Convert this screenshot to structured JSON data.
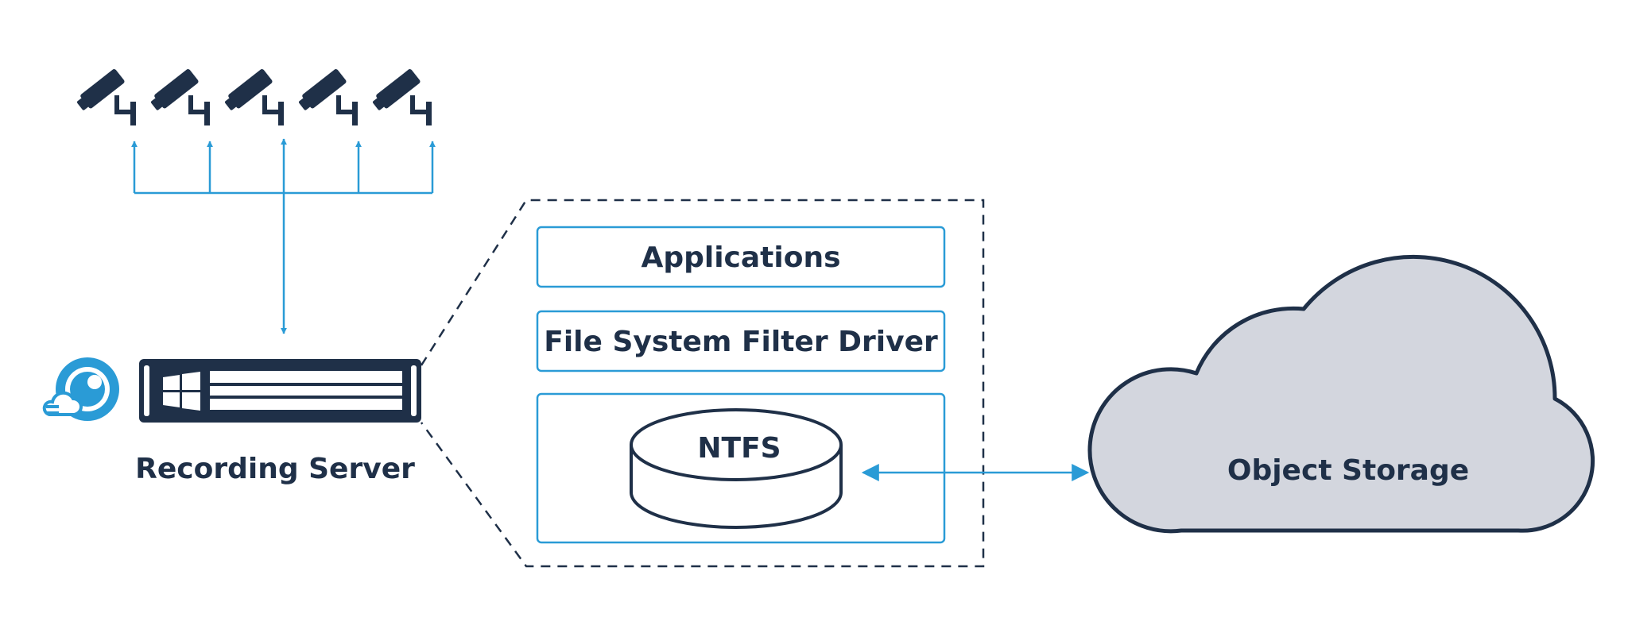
{
  "colors": {
    "navy": "#1f3048",
    "accent": "#2a9bd6",
    "cloud_fill": "#d3d6de",
    "white": "#ffffff"
  },
  "cameras": {
    "count": 5,
    "icon": "security-camera-icon"
  },
  "recording_server": {
    "label": "Recording Server",
    "icons": [
      "windows-logo-icon",
      "eye-cloud-logo-icon"
    ]
  },
  "stack": {
    "layers": [
      "Applications",
      "File System Filter Driver"
    ],
    "filesystem": "NTFS",
    "filesystem_icon": "disk-icon"
  },
  "object_storage": {
    "label": "Object Storage",
    "icon": "cloud-icon"
  }
}
